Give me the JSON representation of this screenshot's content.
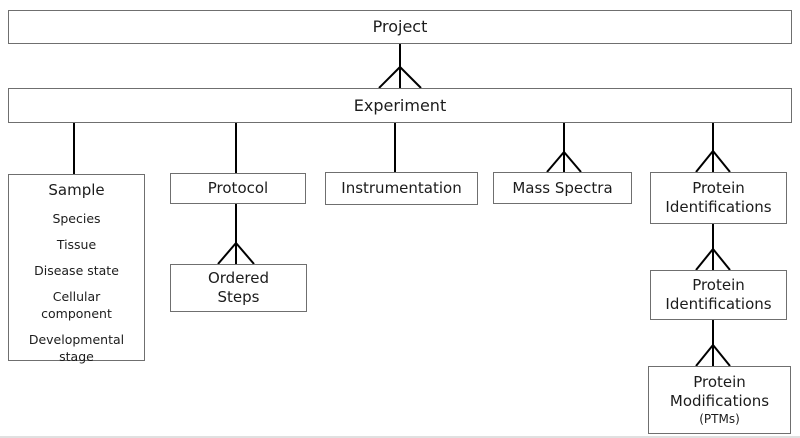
{
  "nodes": {
    "project": {
      "label": "Project"
    },
    "experiment": {
      "label": "Experiment"
    },
    "sample": {
      "label": "Sample",
      "attributes": [
        "Species",
        "Tissue",
        "Disease state",
        "Cellular\ncomponent",
        "Developmental\nstage"
      ]
    },
    "protocol": {
      "label": "Protocol"
    },
    "ordered_steps": {
      "label": "Ordered\nSteps"
    },
    "instrumentation": {
      "label": "Instrumentation"
    },
    "mass_spectra": {
      "label": "Mass Spectra"
    },
    "protein_identifications_1": {
      "label": "Protein\nIdentifications"
    },
    "protein_identifications_2": {
      "label": "Protein\nIdentifications"
    },
    "protein_modifications": {
      "label": "Protein\nModifications",
      "note": "(PTMs)"
    }
  },
  "colors": {
    "background": "#ffffff",
    "box_border": "#6f6f6f",
    "connector_line": "#000000",
    "text": "#1c1c1c"
  }
}
